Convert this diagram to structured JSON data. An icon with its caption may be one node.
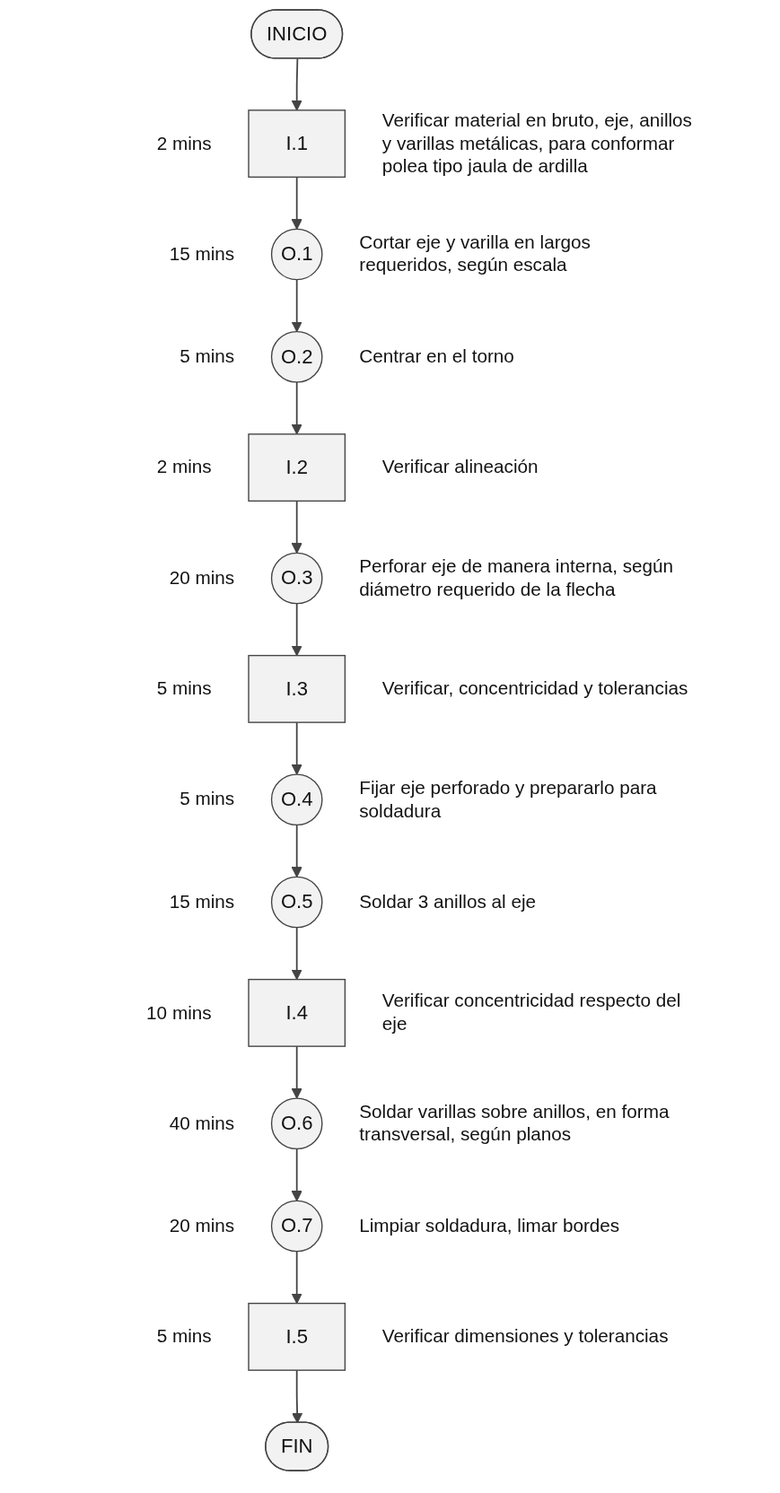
{
  "diagram": {
    "nodes": [
      {
        "text": [
          "INICIO"
        ]
      },
      {
        "text": [
          "I.1"
        ],
        "beside": [
          "2 mins",
          "Verificar material en bruto, eje, anillos y varillas metálicas, para conformar polea tipo jaula de ardilla"
        ]
      },
      {
        "text": [
          "O.1"
        ],
        "beside": [
          "15 mins",
          "Cortar eje y varilla en largos requeridos, según escala"
        ]
      },
      {
        "text": [
          "O.2"
        ],
        "beside": [
          "5 mins",
          "Centrar en el torno"
        ]
      },
      {
        "text": [
          "I.2"
        ],
        "beside": [
          "2 mins",
          "Verificar alineación"
        ]
      },
      {
        "text": [
          "O.3"
        ],
        "beside": [
          "20 mins",
          "Perforar eje de manera interna, según diámetro requerido de la flecha"
        ]
      },
      {
        "text": [
          "I.3"
        ],
        "beside": [
          "5 mins",
          "Verificar, concentricidad y tolerancias"
        ]
      },
      {
        "text": [
          "O.4"
        ],
        "beside": [
          "5 mins",
          "Fijar eje perforado y prepararlo para soldadura"
        ]
      },
      {
        "text": [
          "O.5"
        ],
        "beside": [
          "15 mins",
          "Soldar 3 anillos al eje"
        ]
      },
      {
        "text": [
          "I.4"
        ],
        "beside": [
          "10 mins",
          "Verificar concentricidad respecto del eje"
        ]
      },
      {
        "text": [
          "O.6"
        ],
        "beside": [
          "40 mins",
          "Soldar varillas sobre anillos, en forma transversal, según planos"
        ]
      },
      {
        "text": [
          "O.7"
        ],
        "beside": [
          "20 mins",
          "Limpiar soldadura, limar bordes"
        ]
      },
      {
        "text": [
          "I.5"
        ],
        "beside": [
          "5 mins",
          "Verificar dimensiones y tolerancias"
        ]
      },
      {
        "text": [
          "FIN"
        ]
      }
    ],
    "edges": [
      {
        "from": 0,
        "to": 1,
        "arrow": "to"
      },
      {
        "from": 1,
        "to": 2,
        "arrow": "to"
      },
      {
        "from": 2,
        "to": 3,
        "arrow": "to"
      },
      {
        "from": 3,
        "to": 4,
        "arrow": "to"
      },
      {
        "from": 4,
        "to": 5,
        "arrow": "to"
      },
      {
        "from": 5,
        "to": 6,
        "arrow": "to"
      },
      {
        "from": 6,
        "to": 7,
        "arrow": "to"
      },
      {
        "from": 7,
        "to": 8,
        "arrow": "to"
      },
      {
        "from": 8,
        "to": 9,
        "arrow": "to"
      },
      {
        "from": 9,
        "to": 10,
        "arrow": "to"
      },
      {
        "from": 10,
        "to": 11,
        "arrow": "to"
      },
      {
        "from": 11,
        "to": 12,
        "arrow": "to"
      },
      {
        "from": 12,
        "to": 13,
        "arrow": "to"
      }
    ]
  }
}
